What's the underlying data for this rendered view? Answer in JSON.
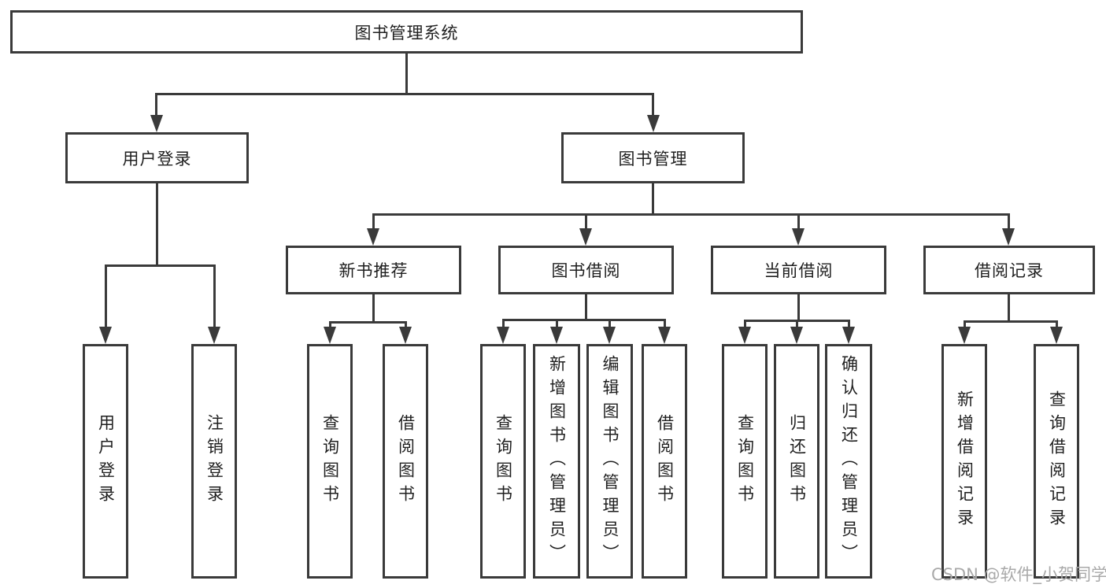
{
  "diagram": {
    "root": {
      "label": "图书管理系统"
    },
    "level2": [
      {
        "label": "用户登录"
      },
      {
        "label": "图书管理"
      }
    ],
    "level3": [
      {
        "label": "新书推荐"
      },
      {
        "label": "图书借阅"
      },
      {
        "label": "当前借阅"
      },
      {
        "label": "借阅记录"
      }
    ],
    "leaves": {
      "user_login": [
        "用户登录",
        "注销登录"
      ],
      "new_book": [
        "查询图书",
        "借阅图书"
      ],
      "book_borrow": [
        "查询图书",
        "新增图书（管理员）",
        "编辑图书（管理员）",
        "借阅图书"
      ],
      "current_borrow": [
        "查询图书",
        "归还图书",
        "确认归还（管理员）"
      ],
      "borrow_records": [
        "新增借阅记录",
        "查询借阅记录"
      ]
    }
  },
  "watermark": {
    "text": "CSDN @软件_小贺同学"
  },
  "colors": {
    "line": "#3a3a3a",
    "text": "#1f1f1f",
    "watermark": "#a9a9a9",
    "background": "#ffffff"
  }
}
